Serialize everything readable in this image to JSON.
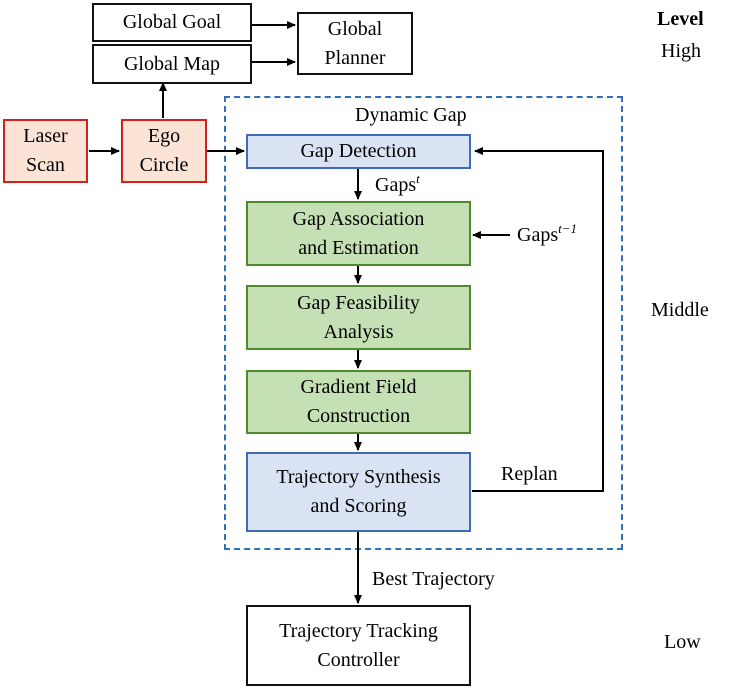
{
  "levels": {
    "title": "Level",
    "high": "High",
    "middle": "Middle",
    "low": "Low"
  },
  "nodes": {
    "global_goal": "Global Goal",
    "global_map": "Global Map",
    "global_planner": [
      "Global",
      "Planner"
    ],
    "laser_scan": [
      "Laser",
      "Scan"
    ],
    "ego_circle": [
      "Ego",
      "Circle"
    ],
    "gap_detection": "Gap Detection",
    "gap_association": [
      "Gap Association",
      "and Estimation"
    ],
    "gap_feasibility": [
      "Gap Feasibility",
      "Analysis"
    ],
    "gradient_field": [
      "Gradient Field",
      "Construction"
    ],
    "trajectory_synthesis": [
      "Trajectory Synthesis",
      "and Scoring"
    ],
    "tracking_controller": [
      "Trajectory Tracking",
      "Controller"
    ]
  },
  "group": {
    "title": "Dynamic Gap"
  },
  "edge_labels": {
    "gaps_base": "Gaps",
    "gaps_t_sup": "t",
    "gaps_prev_base": "Gaps",
    "gaps_prev_sup": "t−1",
    "replan": "Replan",
    "best_trajectory": "Best Trajectory"
  }
}
